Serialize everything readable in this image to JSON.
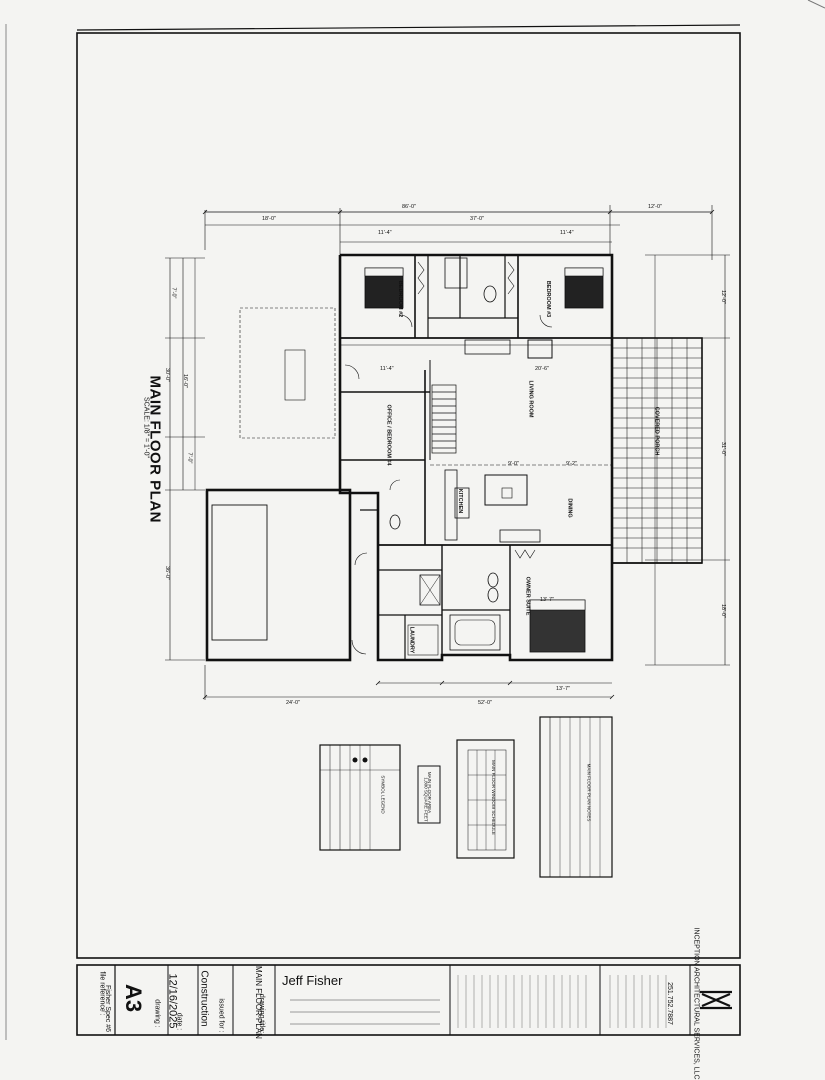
{
  "plan": {
    "title": "MAIN FLOOR PLAN",
    "scale": "SCALE: 1/8\" = 1'-0\""
  },
  "rooms": {
    "bedroom2": "BEDROOM #2",
    "bedroom3": "BEDROOM #3",
    "living": "LIVING ROOM",
    "office": "OFFICE / BEDROOM #4",
    "kitchen": "KITCHEN",
    "dining": "DINING",
    "owner": "OWNER SUITE",
    "laundry": "LAUNDRY",
    "porch": "COVERED PORCH"
  },
  "dimensions": {
    "overall_top": "86'-0\"",
    "top_left": "18'-0\"",
    "top_mid": "37'-0\"",
    "top_right": "12'-0\"",
    "bottom_left": "24'-0\"",
    "bottom_mid": "52'-0\"",
    "bottom_sub": "13'-7\"",
    "left_a": "7'-0\"",
    "left_b": "16'-0\"",
    "left_c": "7'-0\"",
    "left_d": "36'-0\"",
    "left_e": "30'-0\"",
    "right_a": "12'-0\"",
    "right_b": "31'-0\"",
    "right_c": "18'-0\"",
    "bed_w": "11'-4\"",
    "bed_w2": "11'-4\"",
    "liv_w": "20'-6\"",
    "off_w": "11'-4\"",
    "kit_w": "9'-0\"",
    "din_w": "9'-2\"",
    "own_w": "13'-7\""
  },
  "tables": {
    "notes_title": "MAIN FLOOR PLAN NOTES",
    "legend_title": "SYMBOL LEGEND",
    "window_title": "MAIN FLOOR WINDOW SCHEDULE",
    "area_title": "MAIN FLOOR AREA",
    "area_value": "1,800 SQUARE FEET"
  },
  "title_block": {
    "firm": "INCEPTION ARCHITECTURAL SERVICES, LLC",
    "phone": "251.752.7887",
    "client": "Jeff Fisher",
    "drawing_label": "drawing title:",
    "drawing_title": "MAIN FLOOR PLAN",
    "issued_label": "issued for :",
    "issued_for": "Construction",
    "date_label": "date :",
    "date": "12/16/2025",
    "sheet_label": "drawing :",
    "sheet": "A3",
    "file_label": "file reference :",
    "file": "Fisher Spec #6"
  }
}
